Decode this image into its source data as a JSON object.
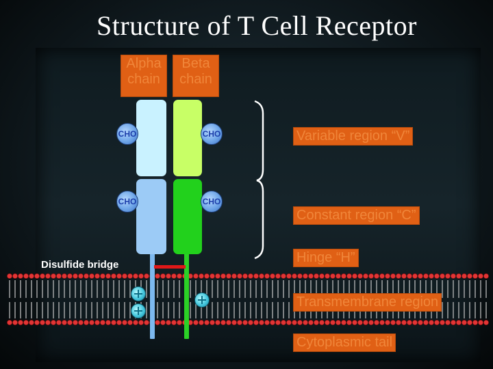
{
  "title": "Structure of T Cell Receptor",
  "chain_labels": {
    "alpha_line1": "Alpha",
    "alpha_line2": "chain",
    "beta_line1": "Beta",
    "beta_line2": "chain"
  },
  "cho_label": "CHO",
  "disulfide_label": "Disulfide bridge",
  "regions": {
    "variable": "Variable region “V”",
    "constant": "Constant region “C”",
    "hinge": "Hinge “H”",
    "transmembrane": "Transmembrane region",
    "cytoplasmic": "Cytoplasmic tail"
  },
  "colors": {
    "label_bg": "#e06015",
    "alpha_variable": "#c9f2ff",
    "alpha_constant": "#9ccbf6",
    "beta_variable": "#c8ff66",
    "beta_constant": "#22d11c",
    "disulfide": "#e01818",
    "membrane_head": "#e23535"
  }
}
